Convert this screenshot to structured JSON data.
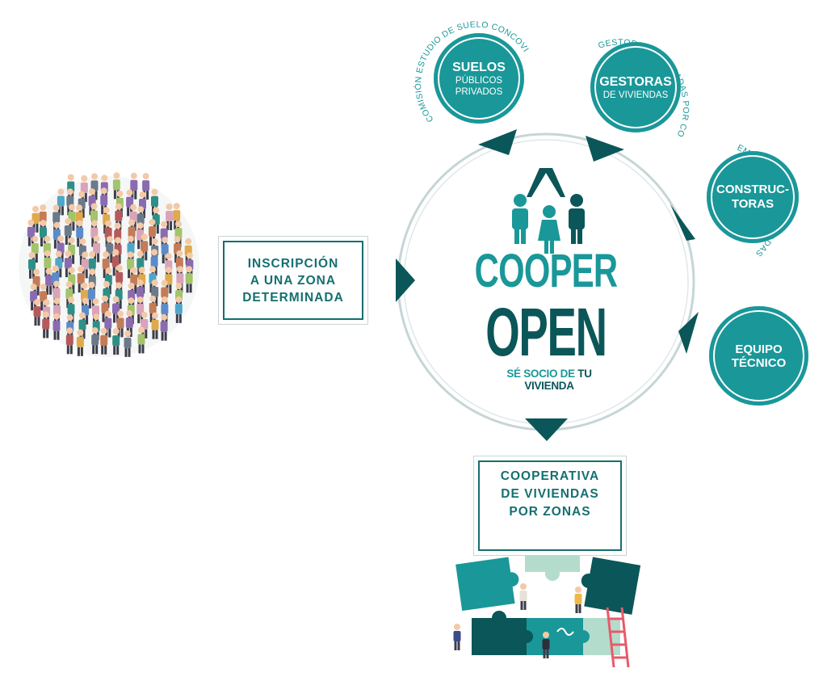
{
  "colors": {
    "teal": "#1a9799",
    "dark_teal": "#0b5658",
    "box_text": "#156f70",
    "ring": "#c6d5d6",
    "puzzle_light": "#b4dccd"
  },
  "left_box": {
    "line1": "INSCRIPCIÓN",
    "line2": "A UNA ZONA",
    "line3": "DETERMINADA"
  },
  "bottom_box": {
    "line1": "COOPERATIVA",
    "line2": "DE VIVIENDAS",
    "line3": "POR ZONAS"
  },
  "logo": {
    "word1": "COOPER",
    "word2": "OPEN",
    "tagline_part1": "SÉ SOCIO DE ",
    "tagline_part2": "TU VIVIENDA"
  },
  "nodes": {
    "suelos": {
      "title": "SUELOS",
      "sub1": "PÚBLICOS",
      "sub2": "PRIVADOS",
      "arc_text": "COMISIÓN ESTUDIO DE SUELO CONCOVI"
    },
    "gestoras": {
      "title": "GESTORAS",
      "sub1": "DE VIVIENDAS",
      "arc_text": "GESTORAS HOLOGADAS POR CONCOVI"
    },
    "constructoras": {
      "title1": "CONSTRUC-",
      "title2": "TORAS",
      "arc_text": "EMPRESAS HOMOLOGADAS POR CONCOVI"
    },
    "equipo": {
      "title1": "EQUIPO",
      "title2": "TÉCNICO"
    }
  },
  "icons": {
    "crowd": "crowd-of-people-illustration",
    "family": "family-house-icon",
    "puzzle": "puzzle-team-illustration"
  }
}
